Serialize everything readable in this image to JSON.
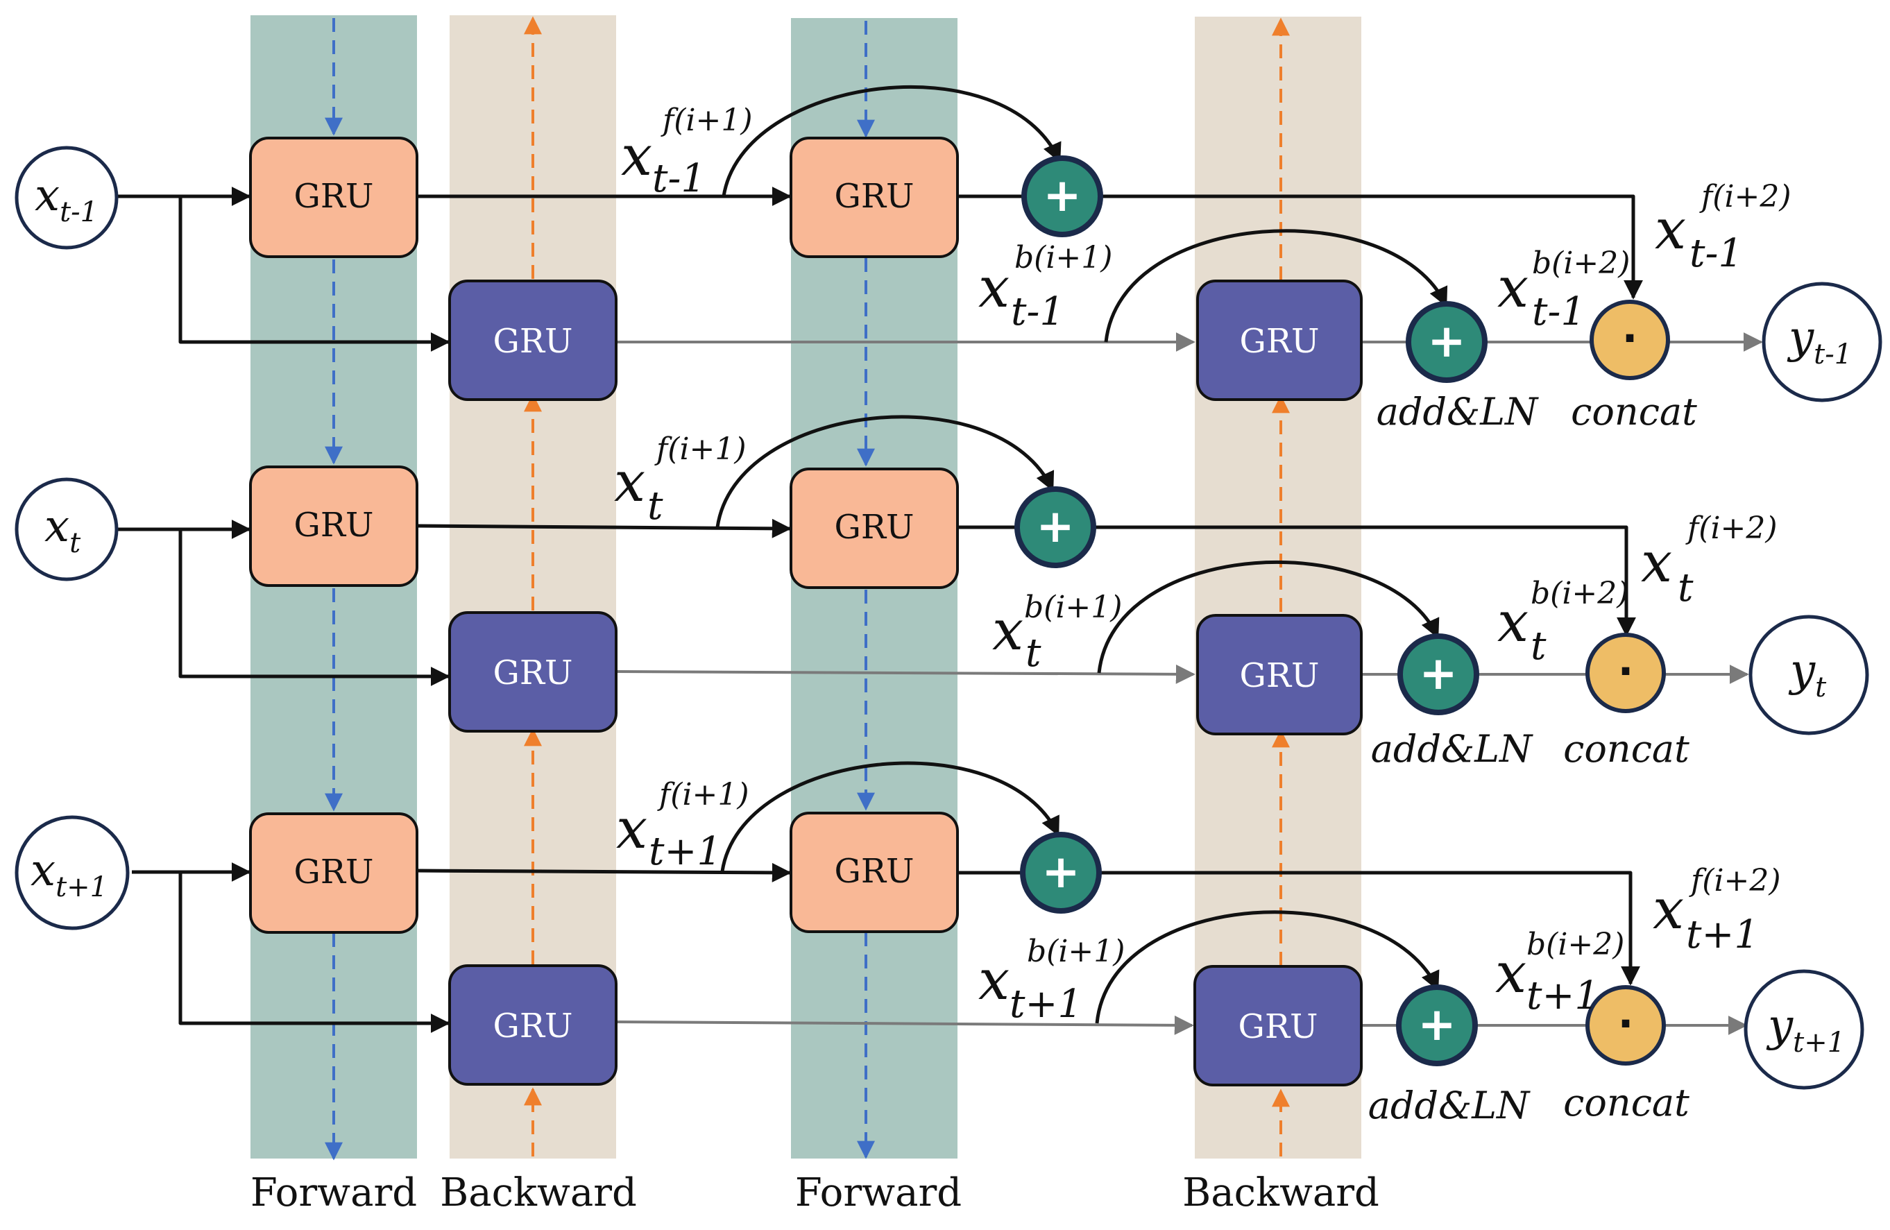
{
  "colors": {
    "forward_band": "#aac7c0",
    "backward_band": "#e6ddd0",
    "gru_forward_fill": "#f9b896",
    "gru_backward_fill": "#5b5ea6",
    "add_fill": "#2e8a78",
    "concat_fill": "#eebd66",
    "forward_arrow": "#3f6fc7",
    "backward_arrow": "#ef7f2c",
    "line_black": "#111111",
    "line_gray": "#7a7a7a"
  },
  "gru_label": "GRU",
  "add_symbol": "+",
  "concat_symbol": "·",
  "band_labels": [
    "Forward",
    "Backward",
    "Forward",
    "Backward"
  ],
  "rows": [
    {
      "input": {
        "base": "x",
        "sub": "t-1"
      },
      "output": {
        "base": "y",
        "sub": "t-1"
      },
      "fwd_residual": {
        "base": "x",
        "sup": "f(i+1)",
        "sub": "t-1"
      },
      "bwd_residual": {
        "base": "x",
        "sup": "b(i+1)",
        "sub": "t-1"
      },
      "fwd_out": {
        "base": "x",
        "sup": "f(i+2)",
        "sub": "t-1"
      },
      "bwd_out": {
        "base": "x",
        "sup": "b(i+2)",
        "sub": "t-1"
      },
      "add_label": "add&LN",
      "concat_label": "concat"
    },
    {
      "input": {
        "base": "x",
        "sub": "t"
      },
      "output": {
        "base": "y",
        "sub": "t"
      },
      "fwd_residual": {
        "base": "x",
        "sup": "f(i+1)",
        "sub": "t"
      },
      "bwd_residual": {
        "base": "x",
        "sup": "b(i+1)",
        "sub": "t"
      },
      "fwd_out": {
        "base": "x",
        "sup": "f(i+2)",
        "sub": "t"
      },
      "bwd_out": {
        "base": "x",
        "sup": "b(i+2)",
        "sub": "t"
      },
      "add_label": "add&LN",
      "concat_label": "concat"
    },
    {
      "input": {
        "base": "x",
        "sub": "t+1"
      },
      "output": {
        "base": "y",
        "sub": "t+1"
      },
      "fwd_residual": {
        "base": "x",
        "sup": "f(i+1)",
        "sub": "t+1"
      },
      "bwd_residual": {
        "base": "x",
        "sup": "b(i+1)",
        "sub": "t+1"
      },
      "fwd_out": {
        "base": "x",
        "sup": "f(i+2)",
        "sub": "t+1"
      },
      "bwd_out": {
        "base": "x",
        "sup": "b(i+2)",
        "sub": "t+1"
      },
      "add_label": "add&LN",
      "concat_label": "concat"
    }
  ]
}
